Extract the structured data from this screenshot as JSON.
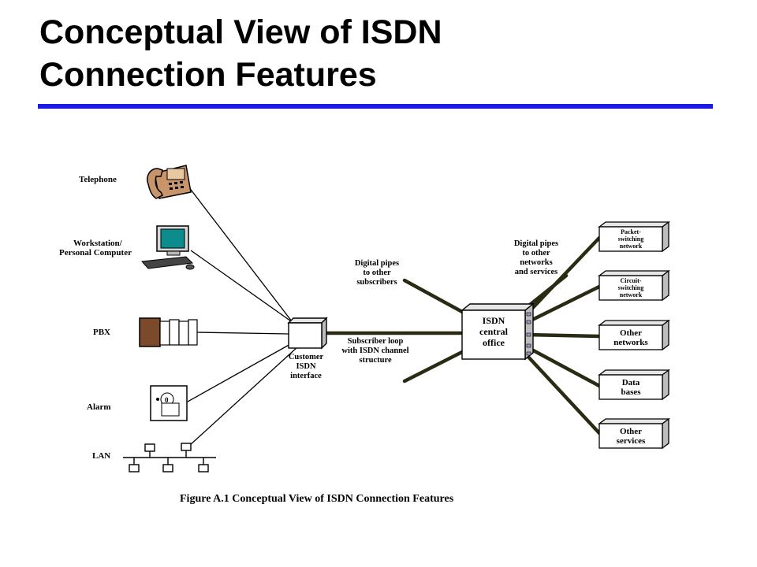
{
  "title": {
    "line1": "Conceptual View of ISDN",
    "line2": "Connection Features"
  },
  "colors": {
    "title_rule": "#1a1ae6",
    "pipe": "#2b2b14",
    "cabinet": "#7a4a2a",
    "phone": "#c8946a",
    "monitor": "#0c8c8c"
  },
  "devices": {
    "telephone": "Telephone",
    "workstation": [
      "Workstation/",
      "Personal Computer"
    ],
    "pbx": "PBX",
    "alarm": "Alarm",
    "lan": "LAN"
  },
  "customer_interface": [
    "Customer",
    "ISDN",
    "interface"
  ],
  "central_office": [
    "ISDN",
    "central",
    "office"
  ],
  "subscriber_loop": [
    "Subscriber loop",
    "with ISDN channel",
    "structure"
  ],
  "digital_pipes_subscribers": [
    "Digital pipes",
    "to other",
    "subscribers"
  ],
  "digital_pipes_networks": [
    "Digital pipes",
    "to other",
    "networks",
    "and services"
  ],
  "networks": [
    {
      "name": "packet-switching-network",
      "lines": [
        "Packet-",
        "switching",
        "network"
      ]
    },
    {
      "name": "circuit-switching-network",
      "lines": [
        "Circuit-",
        "switching",
        "network"
      ]
    },
    {
      "name": "other-networks",
      "lines": [
        "Other",
        "networks"
      ]
    },
    {
      "name": "data-bases",
      "lines": [
        "Data",
        "bases"
      ]
    },
    {
      "name": "other-services",
      "lines": [
        "Other",
        "services"
      ]
    }
  ],
  "caption": "Figure A.1  Conceptual View of ISDN Connection Features"
}
